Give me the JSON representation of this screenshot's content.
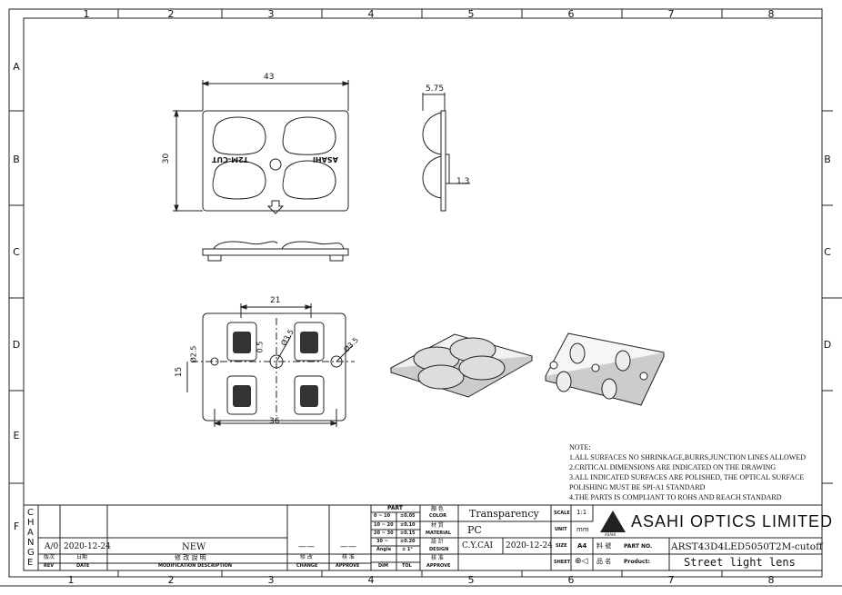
{
  "zones": {
    "columns": [
      "1",
      "2",
      "3",
      "4",
      "5",
      "6",
      "7",
      "8"
    ],
    "rows": [
      "A",
      "B",
      "C",
      "D",
      "E",
      "F"
    ]
  },
  "dimensions": {
    "top_width": "43",
    "top_height": "30",
    "side_thickness": "5.75",
    "side_step": "1.3",
    "bottom_pitch": "21",
    "bottom_width": "36",
    "bottom_height": "15",
    "hole_small": "Ø2.5",
    "hole_center": "Ø3.5",
    "hole_right": "Ø3.5",
    "offset": "0.5"
  },
  "part_marks": {
    "left": "T2M-CUT",
    "right": "ASAHI"
  },
  "notes": [
    "NOTE:",
    "1.ALL SURFACES NO SHRINKAGE,BURRS,JUNCTION LINES ALLOWED",
    "2.CRITICAL DIMENSIONS ARE INDICATED ON THE DRAWING",
    "3.ALL INDICATED SURFACES ARE POLISHED, THE OPTICAL SURFACE",
    "POLISHING MUST BE SPI-A1 STANDARD",
    "4.THE PARTS IS COMPLIANT TO ROHS AND REACH STANDARD"
  ],
  "change_block": {
    "side_label": [
      "C",
      "H",
      "A",
      "N",
      "G",
      "E"
    ],
    "rev": "A/0",
    "date": "2020-12-24",
    "description": "NEW",
    "change": "——",
    "approve": "——",
    "headers": {
      "rev_cn": "版次",
      "rev": "REV",
      "date_cn": "日期",
      "date": "DATE",
      "desc_cn": "修 改 說 明",
      "desc": "MODIFICATION DESCRIPTION",
      "change_cn": "修 改",
      "change": "CHANGE",
      "approve_cn": "核 准",
      "approve": "APPROVE"
    }
  },
  "tolerance": {
    "title": "PART",
    "rows": [
      {
        "range": "0 ~ 10",
        "tol": "±0.05"
      },
      {
        "range": "10 ~ 20",
        "tol": "±0.10"
      },
      {
        "range": "20 ~ 30",
        "tol": "±0.15"
      },
      {
        "range": "30 ~",
        "tol": "±0.20"
      },
      {
        "range": "Angle",
        "tol": "± 1°"
      }
    ],
    "dim": "DIM",
    "tol": "TOL"
  },
  "specs": {
    "color_cn": "顏 色",
    "color": "COLOR",
    "color_value": "Transparency",
    "material_cn": "材 質",
    "material": "MATERIAL",
    "material_value": "PC",
    "design_cn": "設 計",
    "design": "DESIGN",
    "designer": "C.Y.CAI",
    "design_date": "2020-12-24",
    "approve_cn": "核 准",
    "approve": "APPROVE"
  },
  "title_block": {
    "scale_label": "SCALE",
    "scale": "1:1",
    "unit_label": "UNIT",
    "unit": "mm",
    "size_label": "SIZE",
    "size": "A4",
    "sheet_label": "SHEET",
    "company": "ASAHI OPTICS LIMITED",
    "logo_text": "ASAHI",
    "part_no_cn": "料 號",
    "part_no_label": "PART NO.",
    "part_no": "ARST43D4LED5050T2M-cutoff",
    "product_cn": "品 名",
    "product_label": "Product:",
    "product": "Street light lens"
  }
}
